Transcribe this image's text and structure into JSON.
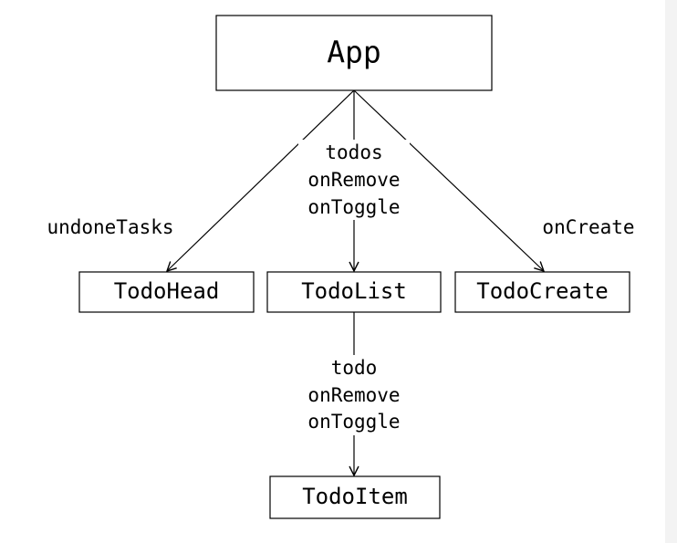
{
  "nodes": {
    "app": "App",
    "todo_head": "TodoHead",
    "todo_list": "TodoList",
    "todo_create": "TodoCreate",
    "todo_item": "TodoItem"
  },
  "edges": {
    "app_to_head": [
      "undoneTasks"
    ],
    "app_to_list": [
      "todos",
      "onRemove",
      "onToggle"
    ],
    "app_to_create": [
      "onCreate"
    ],
    "list_to_item": [
      "todo",
      "onRemove",
      "onToggle"
    ]
  }
}
